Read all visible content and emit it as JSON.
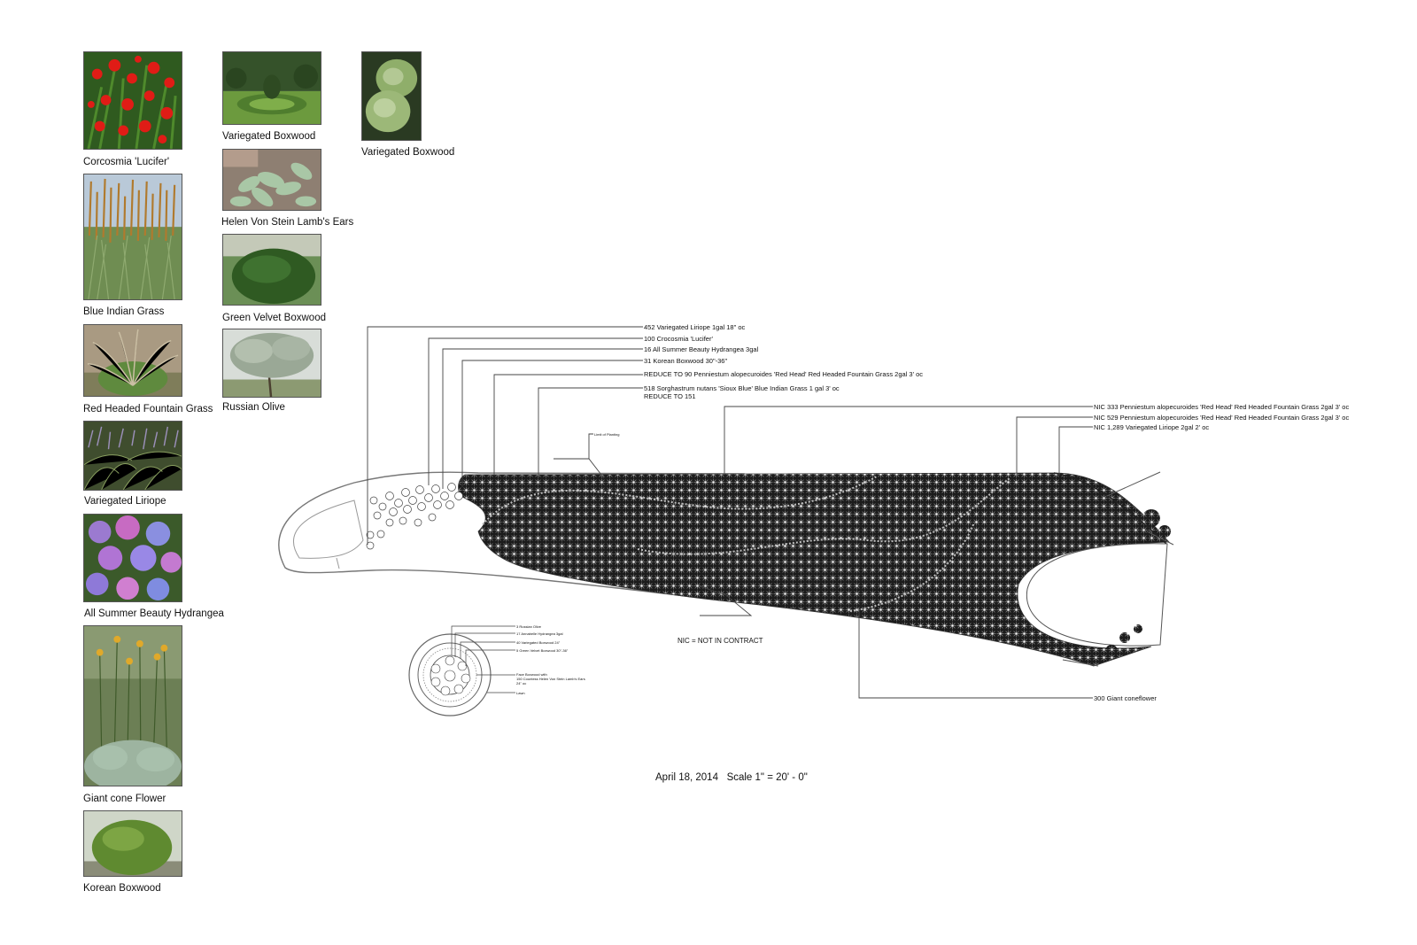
{
  "plants": [
    {
      "caption": "Corcosmia 'Lucifer'",
      "icon": "crocosmia-photo"
    },
    {
      "caption": "Blue Indian Grass",
      "icon": "blue-indian-grass-photo"
    },
    {
      "caption": "Red Headed Fountain Grass",
      "icon": "fountain-grass-photo"
    },
    {
      "caption": "Variegated Liriope",
      "icon": "liriope-photo"
    },
    {
      "caption": "All Summer Beauty Hydrangea",
      "icon": "hydrangea-photo"
    },
    {
      "caption": "Giant cone Flower",
      "icon": "coneflower-photo"
    },
    {
      "caption": "Korean Boxwood",
      "icon": "korean-boxwood-photo"
    },
    {
      "caption": "Variegated Boxwood",
      "icon": "boxwood-garden-photo"
    },
    {
      "caption": "Helen Von Stein Lamb's Ears",
      "icon": "lambs-ears-photo"
    },
    {
      "caption": "Green Velvet Boxwood",
      "icon": "green-velvet-boxwood-photo"
    },
    {
      "caption": "Russian Olive",
      "icon": "russian-olive-photo"
    },
    {
      "caption": "Variegated Boxwood",
      "icon": "variegated-boxwood-photo"
    }
  ],
  "callouts": {
    "c1": "452 Variegated Liriope  1gal  18\" oc",
    "c2": "100 Crocosmia 'Lucifer'",
    "c3": "16 All Summer Beauty Hydrangea 3gal",
    "c4": "31 Korean Boxwood 30\"-36\"",
    "c5": "REDUCE TO 90 Penniestum alopecuroides 'Red Head'   Red Headed Fountain Grass  2gal 3' oc",
    "c6a": "518  Sorghastrum nutans 'Sioux Blue'  Blue Indian Grass  1 gal 3' oc",
    "c6b": "REDUCE TO 151",
    "r1": "NIC 333 Penniestum alopecuroides 'Red Head'   Red Headed Fountain Grass  2gal 3' oc",
    "r2": "NIC 529 Penniestum alopecuroides 'Red Head'   Red Headed Fountain Grass  2gal 3' oc",
    "r3": "NIC 1,289 Variegated Liriope 2gal 2' oc",
    "limit": "Limit of Planting",
    "coneflower": "300 Giant coneflower",
    "nic": "NIC = NOT IN CONTRACT"
  },
  "circle_bed": {
    "l1": "3 Russian Olive",
    "l2": "17 Annabelle Hydrangea 3gal",
    "l3": "40 Variegated Boxwood 24\"",
    "l4": "5 Green Velvet Boxwood  30\"-36\"",
    "l5a": "Face Boxwood with",
    "l5b": "150 Countess Helen Von Stein Lamb's Ears",
    "l5c": "24\" oc",
    "l6": "Lawn"
  },
  "footer": {
    "date": "April 18, 2014",
    "scale": "Scale 1\" = 20' - 0\""
  }
}
